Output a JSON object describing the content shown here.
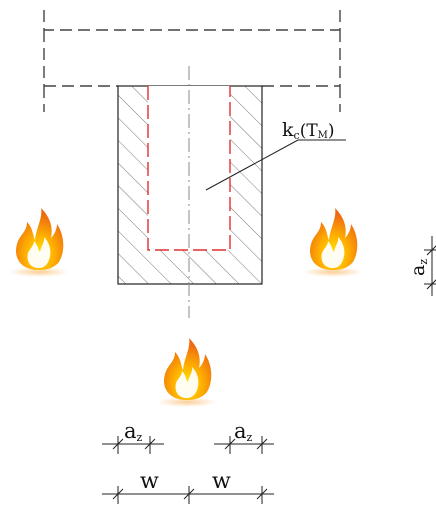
{
  "labels": {
    "k_symbol": "k",
    "k_sub": "c",
    "k_arg_open": "(T",
    "k_arg_sub": "M",
    "k_arg_close": ")",
    "az_left_a": "a",
    "az_left_z": "z",
    "az_center_a": "a",
    "az_center_z": "z",
    "az_right_a": "a",
    "az_right_z": "z",
    "w_left": "w",
    "w_right": "w"
  },
  "colors": {
    "outline": "#222222",
    "hatch": "#6a6a6a",
    "inner_boundary": "#e03030",
    "dashed_slab": "#444444",
    "centerline": "#888888",
    "flame_outer": "#f28a1e",
    "flame_inner": "#ffd400"
  },
  "icons": [
    "flame-icon",
    "flame-icon",
    "flame-icon"
  ]
}
